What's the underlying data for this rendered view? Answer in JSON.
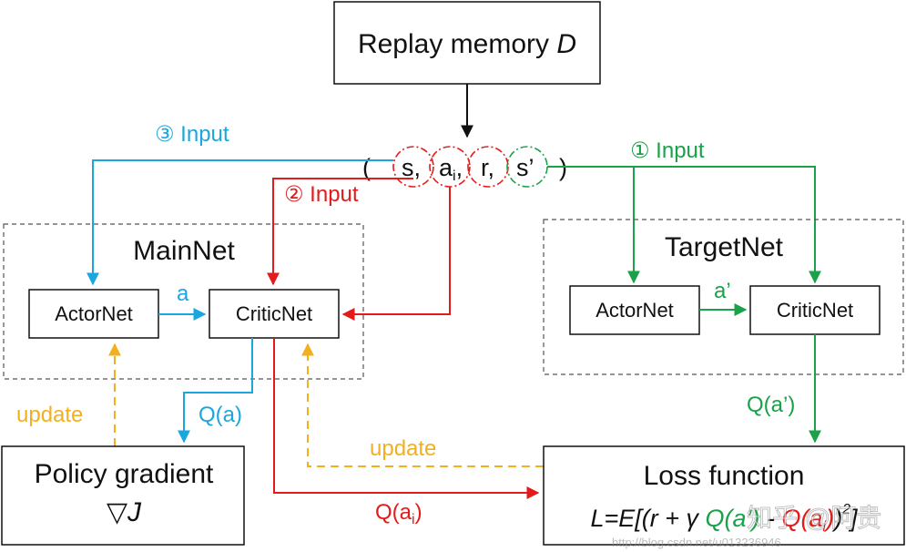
{
  "colors": {
    "black": "#111111",
    "blue": "#1aa7e0",
    "red": "#e31b1b",
    "green": "#1aa24a",
    "orange": "#f2b01e",
    "dashed_border": "#555555"
  },
  "replay": {
    "label": "Replay memory ",
    "var": "D"
  },
  "tuple": {
    "open": "(",
    "s": "s,",
    "a": "a",
    "a_sub": "i",
    "a_comma": ",",
    "r": "r,",
    "sp": "s’",
    "close": ")"
  },
  "main_net": {
    "title": "MainNet",
    "actor": "ActorNet",
    "critic": "CriticNet",
    "action_label": "a"
  },
  "target_net": {
    "title": "TargetNet",
    "actor": "ActorNet",
    "critic": "CriticNet",
    "action_label": "a’"
  },
  "inputs": {
    "input3": "③ Input",
    "input2": "② Input",
    "input1": "① Input"
  },
  "policy": {
    "title": "Policy gradient",
    "grad": "▽J"
  },
  "loss": {
    "title": "Loss function",
    "eq_start": "L=E[(r + γ ",
    "eq_q_target": "Q(a’)",
    "eq_minus": " - ",
    "eq_q_main": "Q(a",
    "eq_q_main_sub": "i",
    "eq_q_main_close": ")",
    "eq_end": ")",
    "eq_exp": "2",
    "eq_bracket": "]"
  },
  "labels": {
    "update_left": "update",
    "update_right": "update",
    "q_a": "Q(a)",
    "q_a_prime": "Q(a’)",
    "q_ai": "Q(a",
    "q_ai_sub": "i",
    "q_ai_close": ")"
  },
  "watermark": "知乎 @阿贵",
  "watermark_url": "http://blog.csdn.net/u013236946"
}
